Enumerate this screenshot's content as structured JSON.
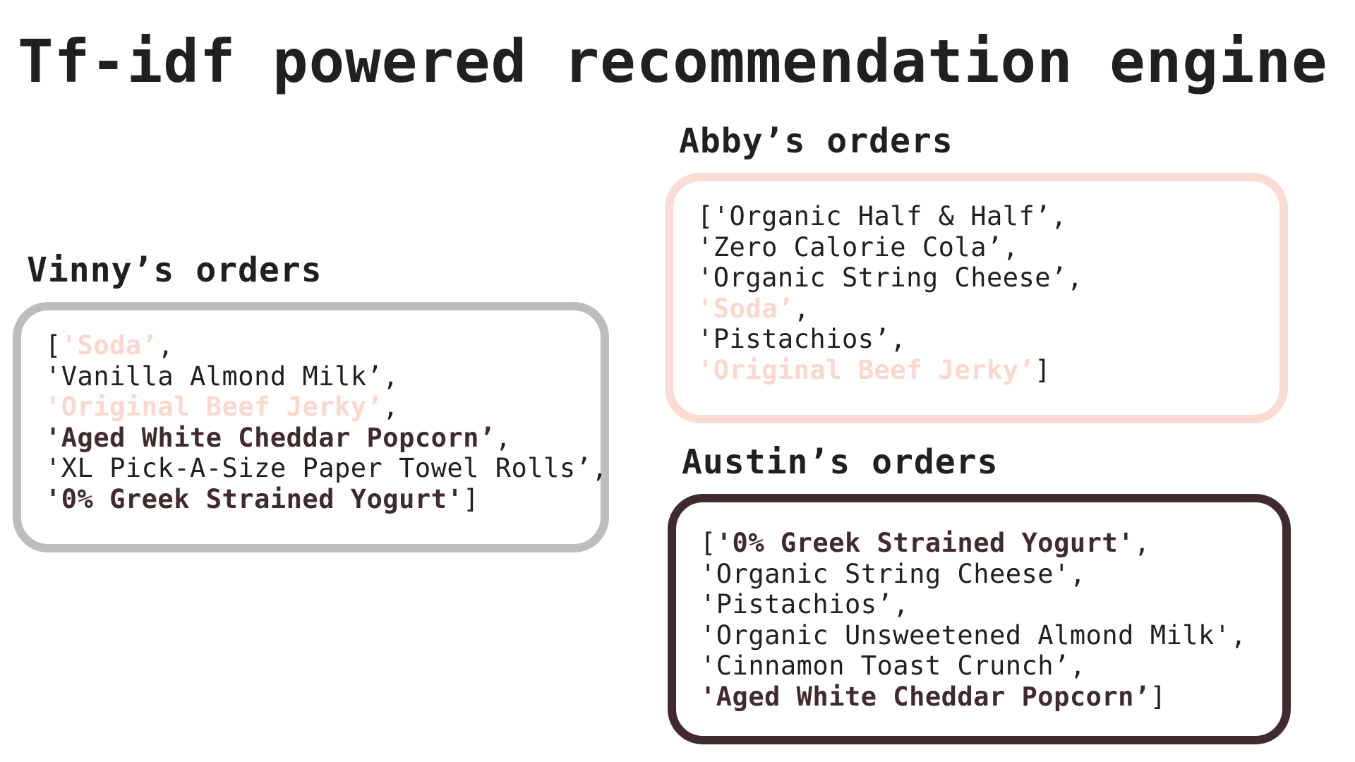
{
  "title": "Tf-idf powered recommendation engine",
  "colors": {
    "vinny_border": "#bdbdbd",
    "abby_border": "#fbdcd4",
    "abby_highlight": "#fbd7cd",
    "austin_border": "#412a2c",
    "austin_highlight": "#412a2c",
    "text": "#202020"
  },
  "vinny": {
    "heading": "Vinny’s orders",
    "lines": [
      {
        "pre": "[",
        "item": "'Soda’",
        "post": ",",
        "style": "shared-abby"
      },
      {
        "pre": "",
        "item": "'Vanilla Almond Milk’",
        "post": ",",
        "style": "plain"
      },
      {
        "pre": "",
        "item": "'Original Beef Jerky’",
        "post": ",",
        "style": "shared-abby"
      },
      {
        "pre": "",
        "item": "'Aged White Cheddar Popcorn’",
        "post": ",",
        "style": "shared-austin"
      },
      {
        "pre": "",
        "item": "'XL Pick-A-Size Paper Towel Rolls’",
        "post": ",",
        "style": "plain"
      },
      {
        "pre": "",
        "item": "'0% Greek Strained Yogurt'",
        "post": "]",
        "style": "shared-austin"
      }
    ]
  },
  "abby": {
    "heading": "Abby’s orders",
    "lines": [
      {
        "pre": "[",
        "item": "'Organic Half & Half’",
        "post": ",",
        "style": "plain"
      },
      {
        "pre": "",
        "item": "'Zero Calorie Cola’",
        "post": ",",
        "style": "plain"
      },
      {
        "pre": "",
        "item": "'Organic String Cheese’",
        "post": ",",
        "style": "plain"
      },
      {
        "pre": "",
        "item": "'Soda’",
        "post": ",",
        "style": "shared-abby"
      },
      {
        "pre": "",
        "item": "'Pistachios’",
        "post": ",",
        "style": "plain"
      },
      {
        "pre": "",
        "item": "'Original Beef Jerky’",
        "post": "]",
        "style": "shared-abby"
      }
    ]
  },
  "austin": {
    "heading": "Austin’s orders",
    "lines": [
      {
        "pre": "[",
        "item": "'0% Greek Strained Yogurt'",
        "post": ",",
        "style": "shared-austin"
      },
      {
        "pre": "",
        "item": "'Organic String Cheese'",
        "post": ",",
        "style": "plain"
      },
      {
        "pre": "",
        "item": "'Pistachios’",
        "post": ",",
        "style": "plain"
      },
      {
        "pre": "",
        "item": "'Organic Unsweetened Almond Milk'",
        "post": ",",
        "style": "plain"
      },
      {
        "pre": "",
        "item": "'Cinnamon Toast Crunch’",
        "post": ",",
        "style": "plain"
      },
      {
        "pre": "",
        "item": "'Aged White Cheddar Popcorn’",
        "post": "]",
        "style": "shared-austin"
      }
    ]
  }
}
